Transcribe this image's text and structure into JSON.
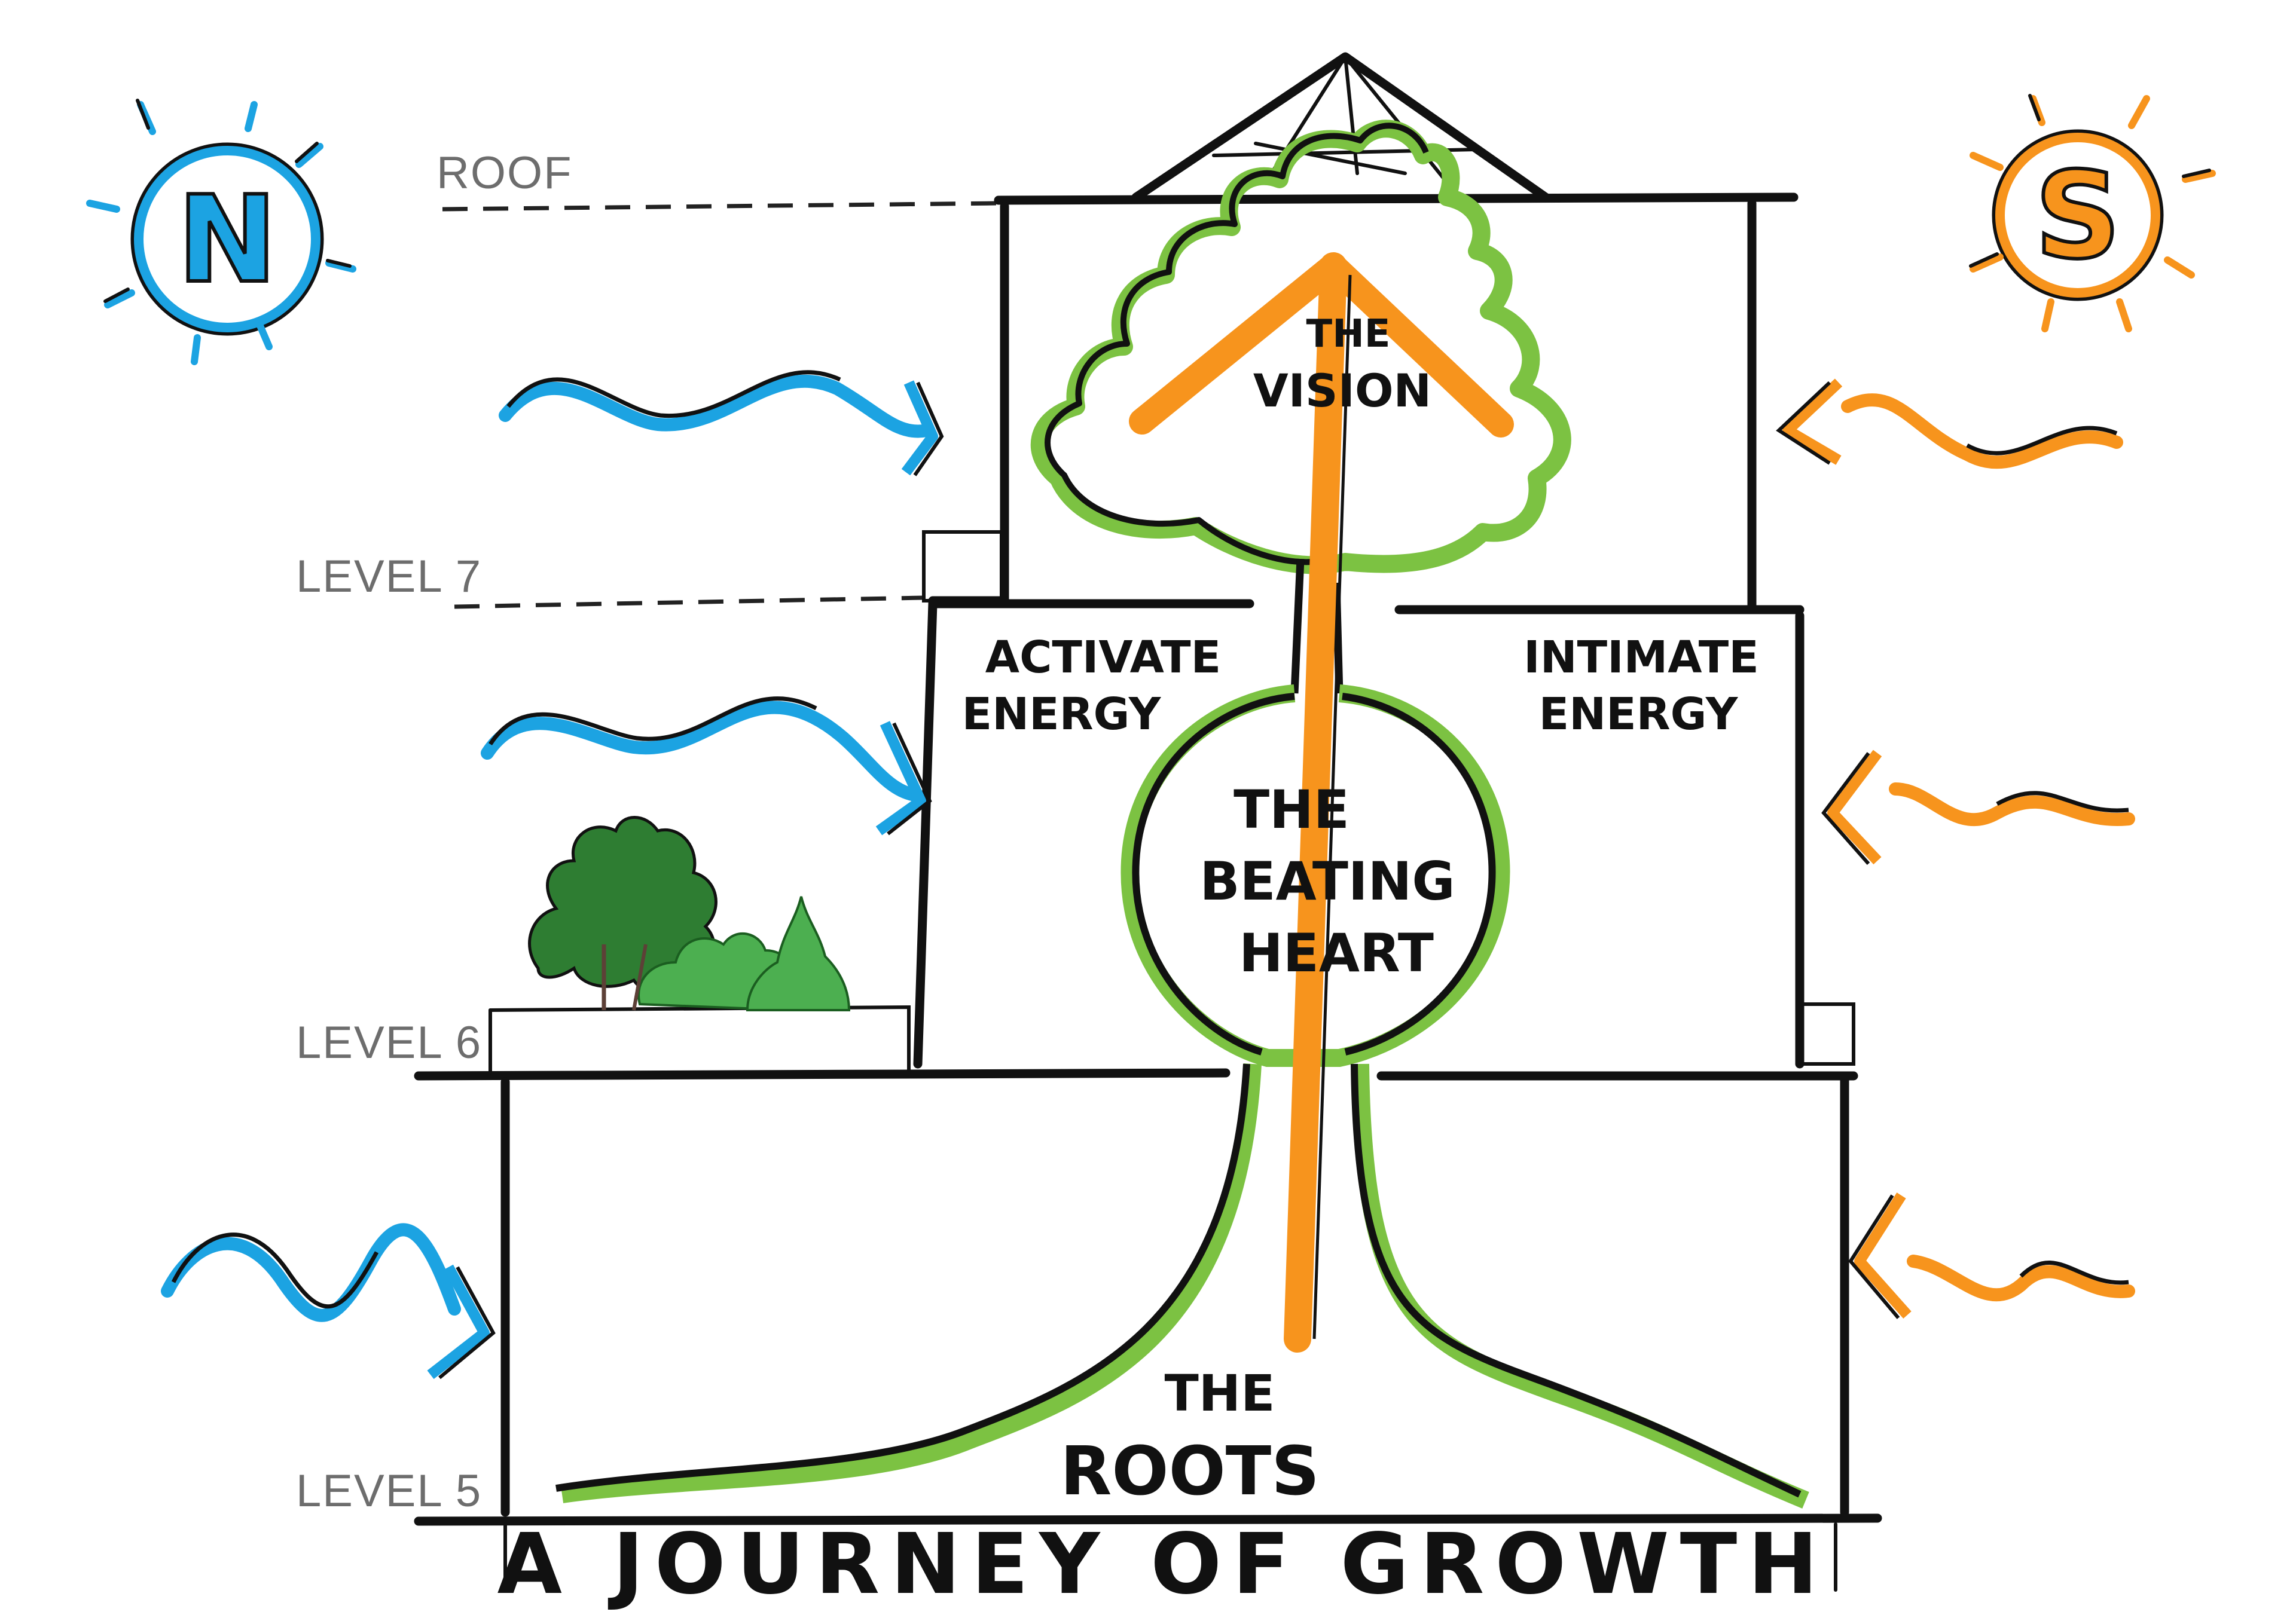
{
  "title": "A JOURNEY OF GROWTH",
  "levels": {
    "roof": "ROOF",
    "level7": "LEVEL 7",
    "level6": "LEVEL 6",
    "level5": "LEVEL 5"
  },
  "badges": {
    "north": "N",
    "south": "S"
  },
  "labels": {
    "vision_line1": "THE",
    "vision_line2": "VISION",
    "activate_line1": "ACTIVATE",
    "activate_line2": "ENERGY",
    "intimate_line1": "INTIMATE",
    "intimate_line2": "ENERGY",
    "heart_line1": "THE",
    "heart_line2": "BEATING",
    "heart_line3": "HEART",
    "roots_line1": "THE",
    "roots_line2": "ROOTS"
  },
  "colors": {
    "north": "#1ca3e2",
    "south": "#f7941d",
    "growth": "#7cc242",
    "arrow": "#f7941d",
    "outline": "#111111",
    "tree_dark": "#2e7d32",
    "tree_light": "#4caf50"
  },
  "icons": [
    "north-sun-icon",
    "south-sun-icon",
    "wind-arrow-icon",
    "tree-icon",
    "growth-arrow-icon"
  ]
}
